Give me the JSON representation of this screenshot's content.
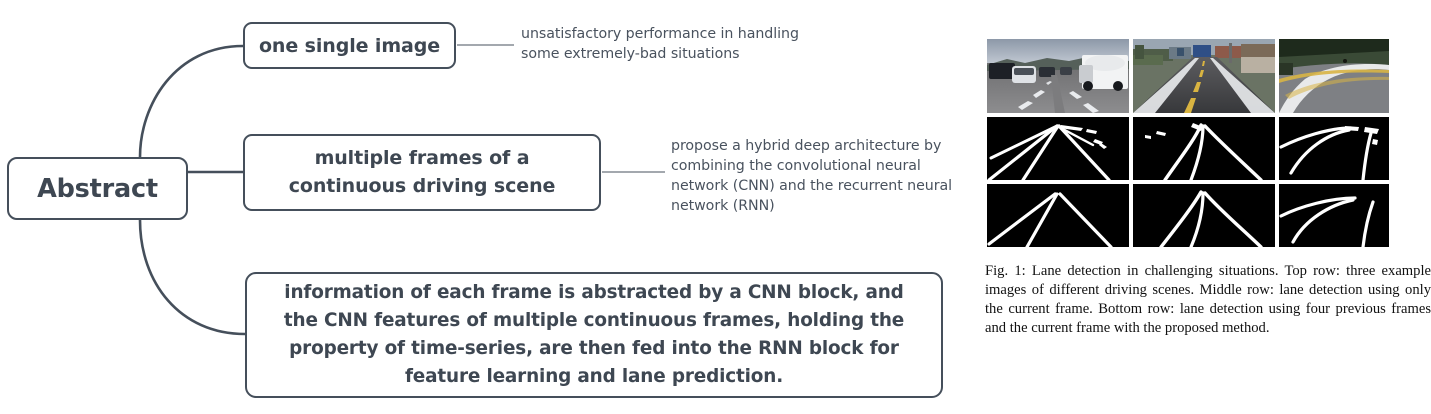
{
  "mindmap": {
    "root": {
      "label": "Abstract"
    },
    "branches": [
      {
        "label": "one single image",
        "annotation": "unsatisfactory performance in handling\nsome extremely-bad situations"
      },
      {
        "label": "multiple frames of a continuous driving scene",
        "annotation": "propose a hybrid deep architecture by\ncombining the convolutional neural\nnetwork (CNN) and the recurrent neural\nnetwork (RNN)"
      },
      {
        "label": "information of each frame is abstracted by a CNN block, and the CNN features of multiple continuous frames, holding the property of time-series, are then fed into the RNN block for feature learning and lane prediction.",
        "annotation": ""
      }
    ],
    "colors": {
      "stroke": "#454f5b",
      "text": "#3e4752",
      "annotation_text": "#49525e",
      "background": "#ffffff"
    }
  },
  "figure": {
    "caption": "Fig. 1: Lane detection in challenging situations. Top row: three example images of different driving scenes. Middle row: lane detection using only the current frame. Bottom row: lane detection using four previous frames and the current frame with the proposed method.",
    "grid": {
      "rows": [
        {
          "name": "top-row",
          "description": "three example images of different driving scenes",
          "panels": [
            {
              "name": "scene-highway-traffic",
              "type": "photo",
              "scene": "highway with cars and a white tanker truck, overcast sky"
            },
            {
              "name": "scene-road-with-buildings",
              "type": "photo",
              "scene": "two-lane road with yellow center line and roadside buildings"
            },
            {
              "name": "scene-curved-road",
              "type": "photo",
              "scene": "curving road with yellow line and dark vegetation"
            }
          ]
        },
        {
          "name": "middle-row",
          "description": "lane detection using only the current frame",
          "panels": [
            {
              "name": "detection-current-frame-1",
              "type": "lane-mask",
              "quality": "noisy, extra spurious segments"
            },
            {
              "name": "detection-current-frame-2",
              "type": "lane-mask",
              "quality": "noisy, broken left lane"
            },
            {
              "name": "detection-current-frame-3",
              "type": "lane-mask",
              "quality": "noisy, fragmented curve"
            }
          ]
        },
        {
          "name": "bottom-row",
          "description": "lane detection using four previous frames and the current frame with the proposed method",
          "panels": [
            {
              "name": "detection-proposed-1",
              "type": "lane-mask",
              "quality": "clean continuous lanes"
            },
            {
              "name": "detection-proposed-2",
              "type": "lane-mask",
              "quality": "clean continuous lanes"
            },
            {
              "name": "detection-proposed-3",
              "type": "lane-mask",
              "quality": "clean continuous curved lanes"
            }
          ]
        }
      ]
    }
  }
}
